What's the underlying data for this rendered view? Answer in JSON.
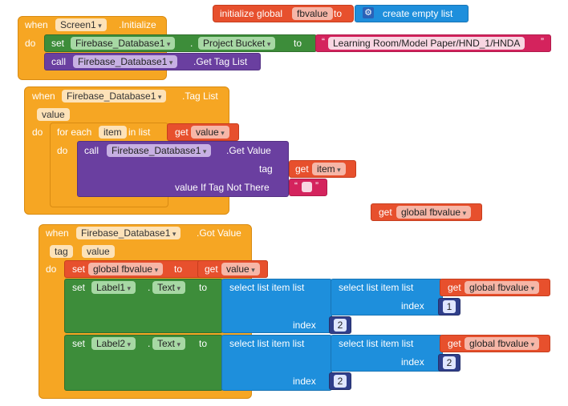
{
  "global_init": {
    "initialize_label": "initialize global",
    "var_name": "fbvalue",
    "to_label": "to",
    "create_empty_list": "create empty list"
  },
  "screen_init": {
    "when": "when",
    "component": "Screen1",
    "event": ".Initialize",
    "do": "do",
    "set": "set",
    "set_component": "Firebase_Database1",
    "dot": ".",
    "property": "Project Bucket",
    "to": "to",
    "string_value": "Learning Room/Model Paper/HND_1/HNDA",
    "call": "call",
    "call_component": "Firebase_Database1",
    "call_method": ".Get Tag List"
  },
  "tag_list_event": {
    "when": "when",
    "component": "Firebase_Database1",
    "event": ".Tag List",
    "param": "value",
    "do": "do",
    "for_each": "for each",
    "item_var": "item",
    "in_list": "in list",
    "get": "get",
    "get_var": "value",
    "do2": "do",
    "call": "call",
    "call_component": "Firebase_Database1",
    "call_method": ".Get Value",
    "tag_label": "tag",
    "get_item": "get",
    "item_ref": "item",
    "value_if_not_there": "value If Tag Not There"
  },
  "floating_get": {
    "get": "get",
    "var": "global fbvalue"
  },
  "got_value_event": {
    "when": "when",
    "component": "Firebase_Database1",
    "event": ".Got Value",
    "param_tag": "tag",
    "param_value": "value",
    "do": "do",
    "set": "set",
    "set_var": "global fbvalue",
    "to": "to",
    "get": "get",
    "get_var": "value",
    "row1": {
      "set": "set",
      "component": "Label1",
      "dot": ".",
      "property": "Text",
      "to": "to",
      "select_outer": "select list item  list",
      "select_inner": "select list item  list",
      "get": "get",
      "get_var": "global fbvalue",
      "index_label_inner": "index",
      "index_inner": "1",
      "index_label_outer": "index",
      "index_outer": "2"
    },
    "row2": {
      "set": "set",
      "component": "Label2",
      "dot": ".",
      "property": "Text",
      "to": "to",
      "select_outer": "select list item  list",
      "select_inner": "select list item  list",
      "get": "get",
      "get_var": "global fbvalue",
      "index_label_inner": "index",
      "index_inner": "2",
      "index_label_outer": "index",
      "index_outer": "2"
    }
  }
}
